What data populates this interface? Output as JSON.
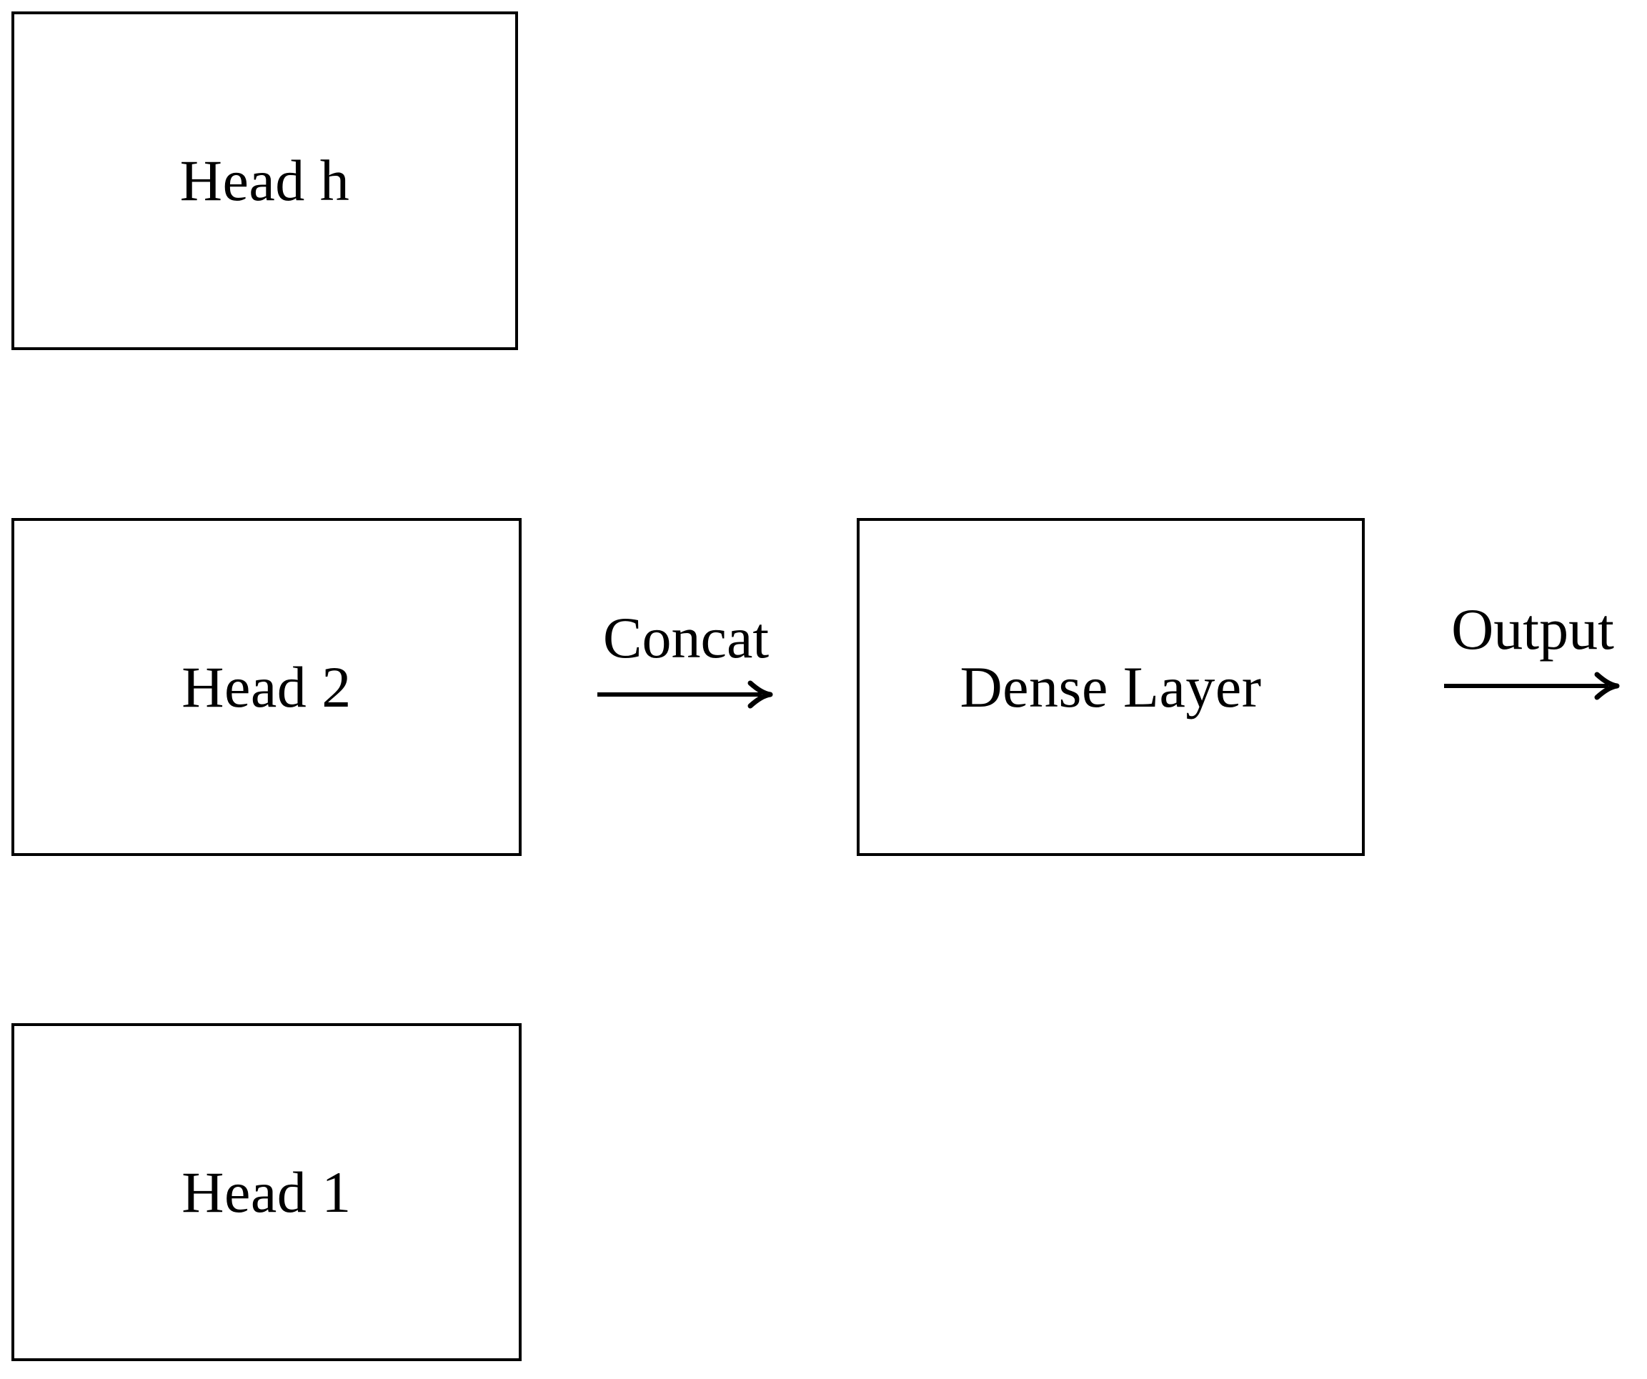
{
  "figure": {
    "type": "block-diagram",
    "description": "Multi-head attention output path: parallel attention heads are concatenated and fed into a dense layer producing the output.",
    "background_color": "#ffffff",
    "stroke_color": "#000000",
    "text_color": "#000000"
  },
  "nodes": [
    {
      "id": "head_h",
      "label": "Head h"
    },
    {
      "id": "head_2",
      "label": "Head 2"
    },
    {
      "id": "head_1",
      "label": "Head 1"
    },
    {
      "id": "dense_layer",
      "label": "Dense Layer"
    }
  ],
  "edges": [
    {
      "id": "concat",
      "label": "Concat",
      "from": "heads",
      "to": "dense_layer",
      "arrow": "right-arrow-icon"
    },
    {
      "id": "output",
      "label": "Output",
      "from": "dense_layer",
      "to": "",
      "arrow": "right-arrow-icon"
    }
  ]
}
